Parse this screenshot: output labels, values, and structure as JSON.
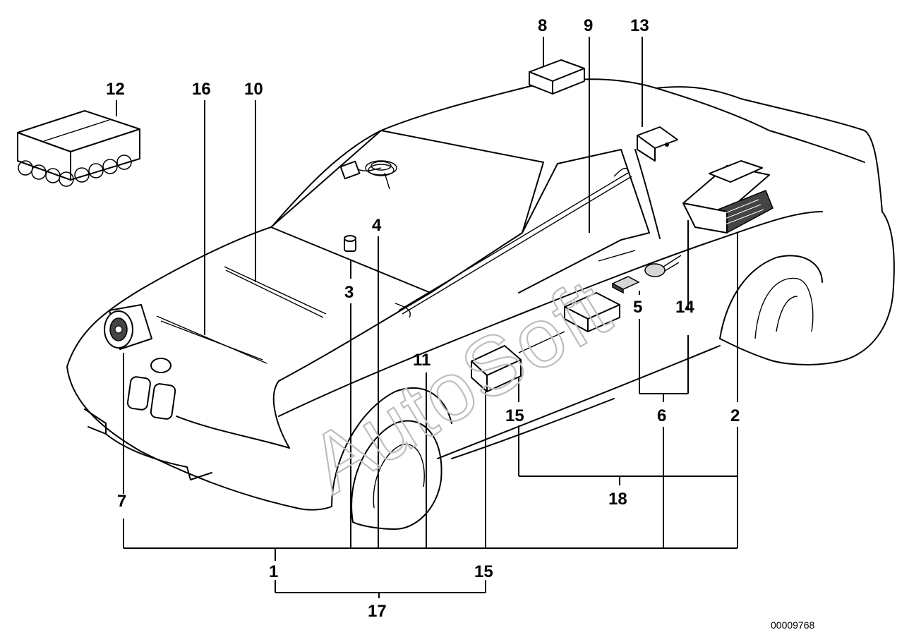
{
  "diagram": {
    "watermark": "AutoSoft",
    "document_number": "00009768",
    "callouts": {
      "c1": "1",
      "c2": "2",
      "c3": "3",
      "c4": "4",
      "c5": "5",
      "c6": "6",
      "c7": "7",
      "c8": "8",
      "c9": "9",
      "c10": "10",
      "c11": "11",
      "c12": "12",
      "c13": "13",
      "c14": "14",
      "c15a": "15",
      "c15b": "15",
      "c16": "16",
      "c17": "17",
      "c18": "18"
    }
  }
}
